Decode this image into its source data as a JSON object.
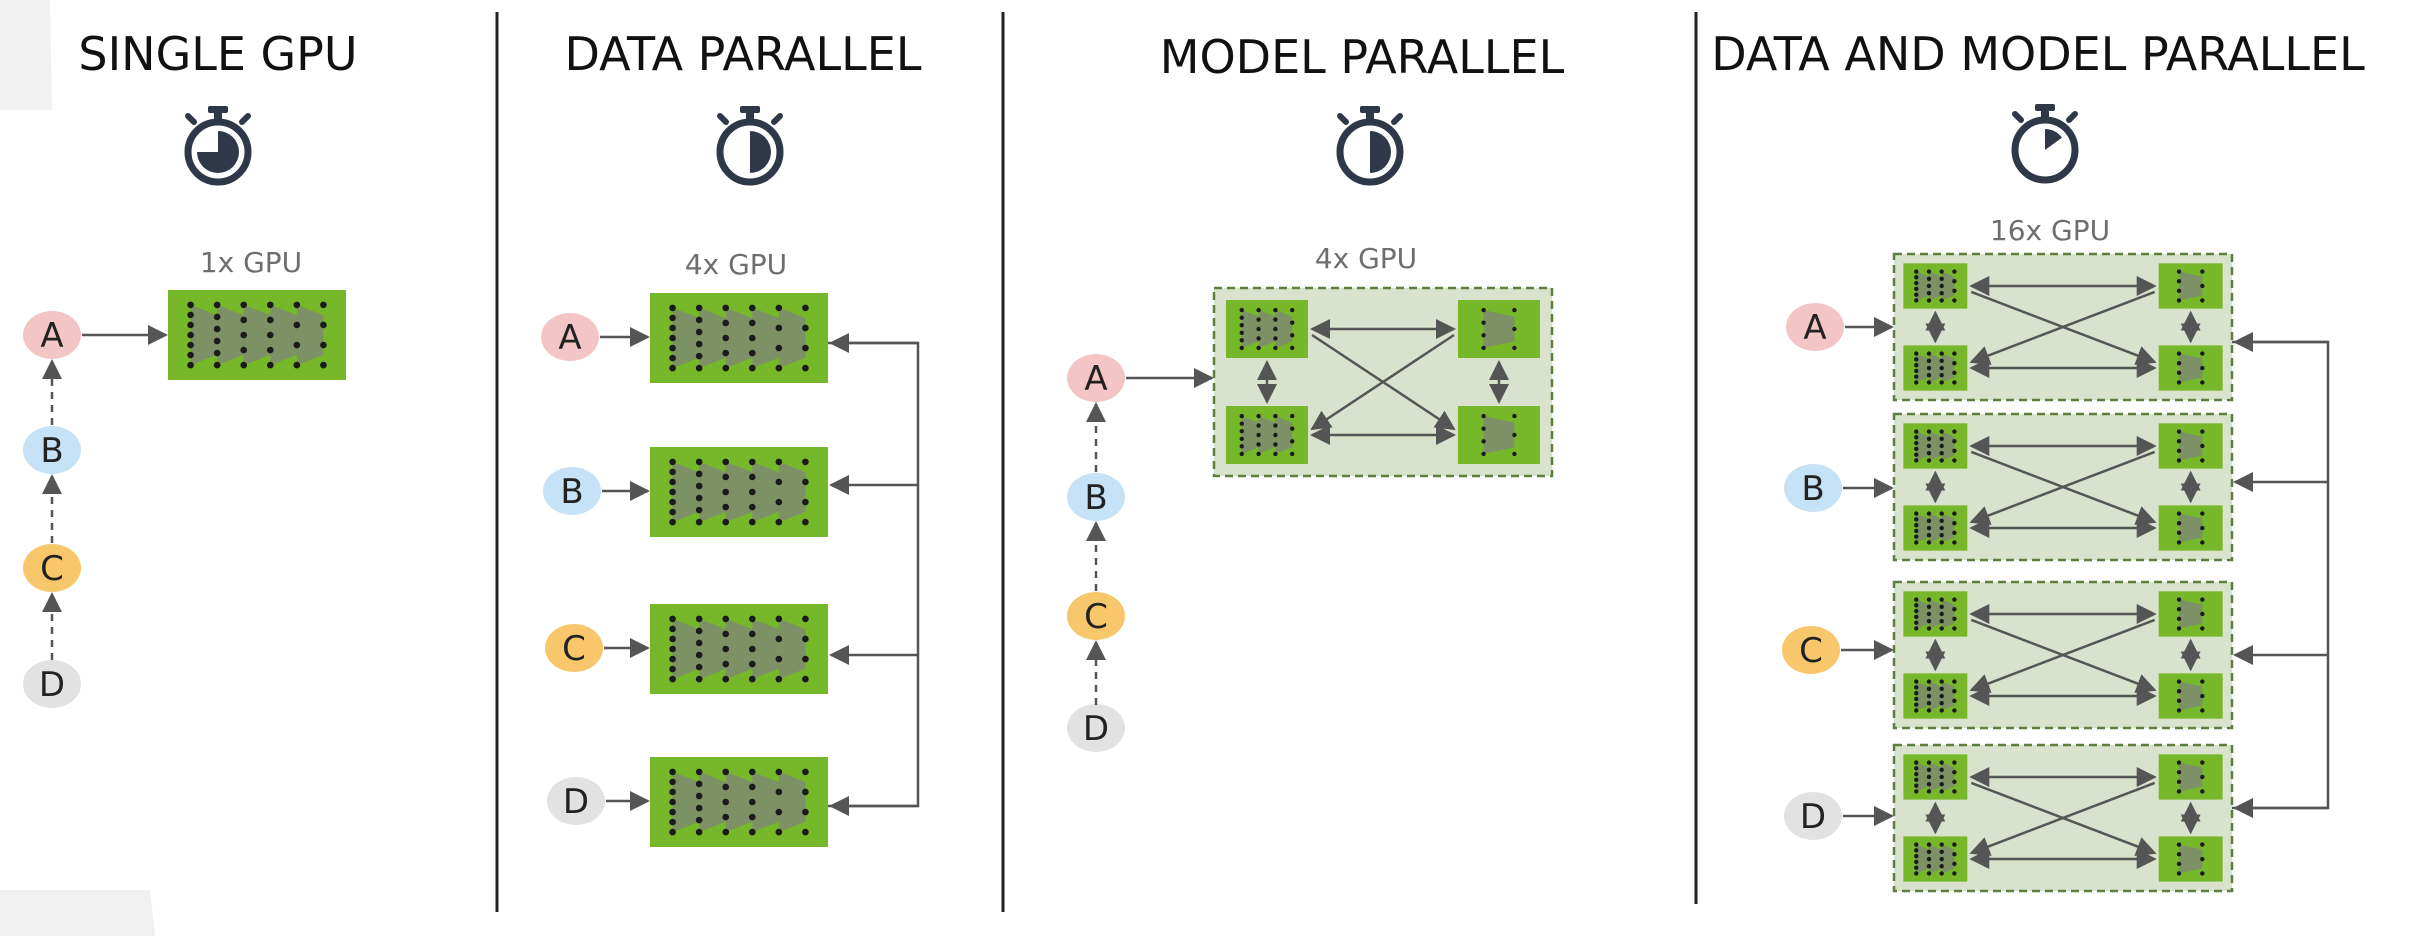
{
  "colors": {
    "green": "#77B82A",
    "panel": "#D8E2CC",
    "panel_border": "#5E7F3B",
    "arrow": "#555555",
    "divider": "#222222",
    "timer": "#2E3848",
    "node_A": "#F4C5C5",
    "node_B": "#C6E2F6",
    "node_C": "#F9C76B",
    "node_D": "#E2E2E2"
  },
  "sections": [
    {
      "id": "single",
      "title": "SINGLE GPU",
      "gpu_label": "1x GPU",
      "timer_fill": 0.75
    },
    {
      "id": "data",
      "title": "DATA PARALLEL",
      "gpu_label": "4x GPU",
      "timer_fill": 0.5
    },
    {
      "id": "model",
      "title": "MODEL PARALLEL",
      "gpu_label": "4x GPU",
      "timer_fill": 0.5
    },
    {
      "id": "datamodel",
      "title": "DATA AND MODEL PARALLEL",
      "gpu_label": "16x GPU",
      "timer_fill": 0.15
    }
  ],
  "nodes": [
    "A",
    "B",
    "C",
    "D"
  ]
}
